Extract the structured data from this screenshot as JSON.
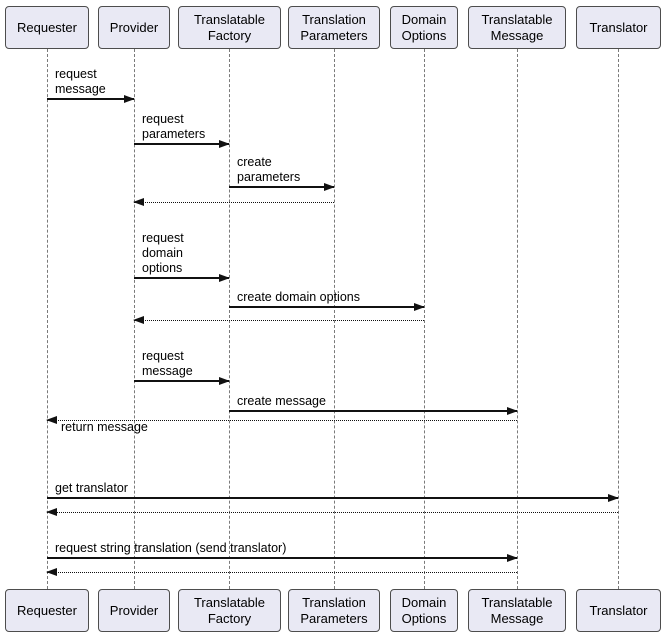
{
  "diagram": {
    "type": "uml-sequence-diagram",
    "actors": [
      "Requester",
      "Provider",
      "Translatable Factory",
      "Translation Parameters",
      "Domain Options",
      "Translatable Message",
      "Translator"
    ],
    "messages": [
      {
        "from": "Requester",
        "to": "Provider",
        "type": "call",
        "label": "request message"
      },
      {
        "from": "Provider",
        "to": "Translatable Factory",
        "type": "call",
        "label": "request parameters"
      },
      {
        "from": "Translatable Factory",
        "to": "Translation Parameters",
        "type": "call",
        "label": "create parameters"
      },
      {
        "from": "Translation Parameters",
        "to": "Provider",
        "type": "return",
        "label": ""
      },
      {
        "from": "Provider",
        "to": "Translatable Factory",
        "type": "call",
        "label": "request domain options"
      },
      {
        "from": "Translatable Factory",
        "to": "Domain Options",
        "type": "call",
        "label": "create domain options"
      },
      {
        "from": "Domain Options",
        "to": "Provider",
        "type": "return",
        "label": ""
      },
      {
        "from": "Provider",
        "to": "Translatable Factory",
        "type": "call",
        "label": "request message"
      },
      {
        "from": "Translatable Factory",
        "to": "Translatable Message",
        "type": "call",
        "label": "create message"
      },
      {
        "from": "Translatable Message",
        "to": "Requester",
        "type": "return",
        "label": "return message"
      },
      {
        "from": "Requester",
        "to": "Translator",
        "type": "call",
        "label": "get translator"
      },
      {
        "from": "Translator",
        "to": "Requester",
        "type": "return",
        "label": ""
      },
      {
        "from": "Requester",
        "to": "Translatable Message",
        "type": "call",
        "label": "request string translation (send translator)"
      },
      {
        "from": "Translatable Message",
        "to": "Requester",
        "type": "return",
        "label": ""
      }
    ],
    "colors": {
      "actor_fill": "#E9E9F4",
      "actor_border": "#4D4D4D",
      "lifeline": "#7A7A7A",
      "arrow": "#111111",
      "background": "#FFFFFF"
    }
  }
}
